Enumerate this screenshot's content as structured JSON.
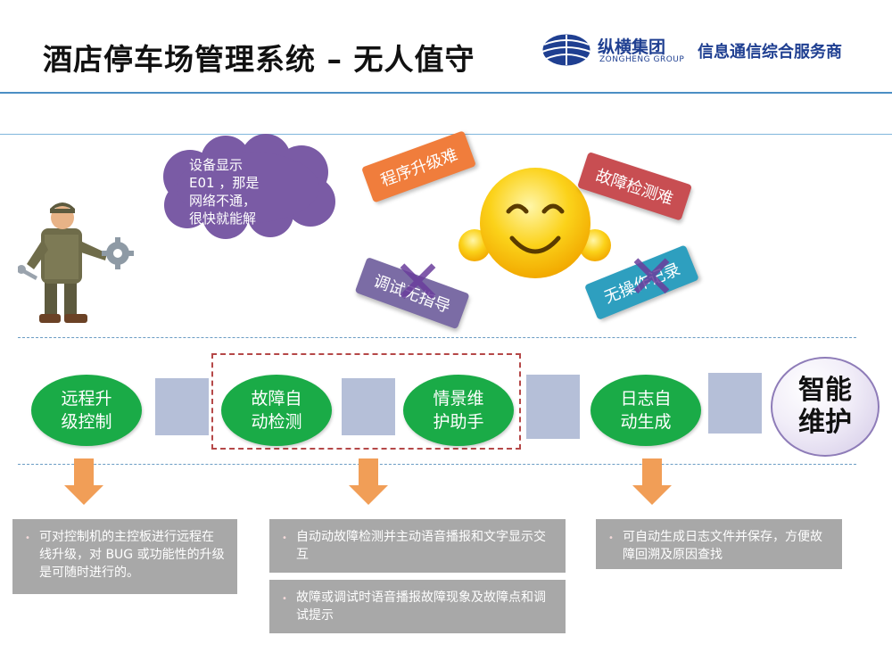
{
  "header": {
    "title": "酒店停车场管理系统 – 无人值守",
    "logo_name": "纵横集团",
    "logo_sub": "ZONGHENG GROUP",
    "slogan": "信息通信综合服务商"
  },
  "cloud": {
    "lines": [
      "设备显示",
      "E01 ，那是",
      "网络不通，",
      "很快就能解"
    ]
  },
  "tags": {
    "upgrade": "程序升级难",
    "fault": "故障检测难",
    "debug": "调试无指导",
    "log": "无操作记录"
  },
  "flow": {
    "remote": [
      "远程升",
      "级控制"
    ],
    "fault_auto": [
      "故障自",
      "动检测"
    ],
    "scene": [
      "情景维",
      "护助手"
    ],
    "log_auto": [
      "日志自",
      "动生成"
    ],
    "smart": [
      "智能",
      "维护"
    ]
  },
  "info": {
    "remote": "可对控制机的主控板进行远程在线升级，对 BUG 或功能性的升级是可随时进行的。",
    "fault1": "自动动故障检测并主动语音播报和文字显示交互",
    "fault2": "故障或调试时语音播报故障现象及故障点和调试提示",
    "log": "可自动生成日志文件并保存，方便故障回溯及原因查找"
  },
  "colors": {
    "green": "#1aab47",
    "orange": "#f19e57",
    "brand_blue": "#1f3f91"
  }
}
